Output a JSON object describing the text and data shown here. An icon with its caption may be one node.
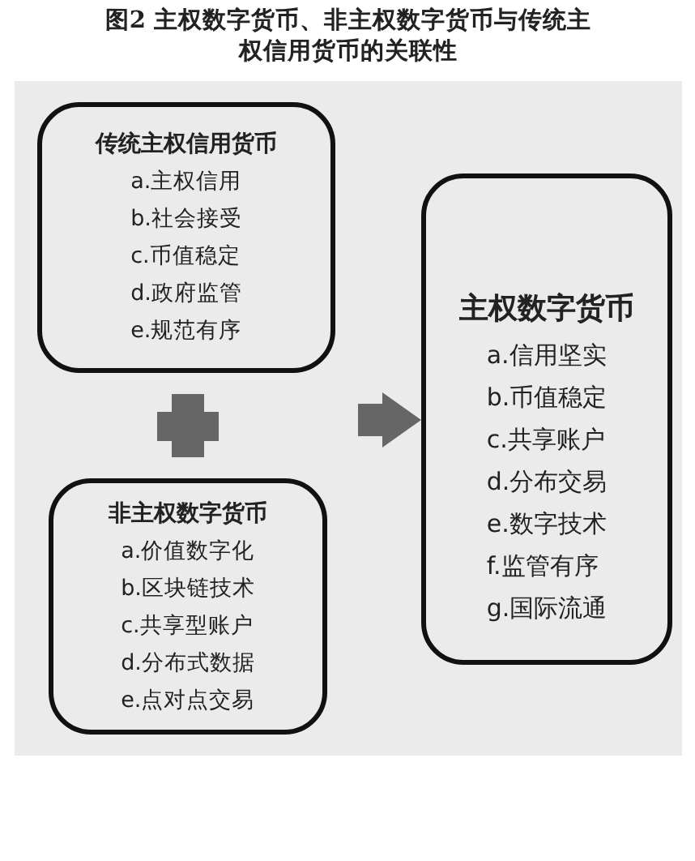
{
  "diagram": {
    "title": "图2 主权数字货币、非主权数字货币与传统主权信用货币的关联性",
    "nodes": [
      {
        "text": [
          "传统主权信用货币",
          "a.主权信用",
          "b.社会接受",
          "c.币值稳定",
          "d.政府监管",
          "e.规范有序"
        ]
      },
      {
        "text": [
          "非主权数字货币",
          "a.价值数字化",
          "b.区块链技术",
          "c.共享型账户",
          "d.分布式数据",
          "e.点对点交易"
        ]
      },
      {
        "text": [
          "主权数字货币",
          "a.信用坚实",
          "b.币值稳定",
          "c.共享账户",
          "d.分布交易",
          "e.数字技术",
          "f.监管有序",
          "g.国际流通"
        ]
      }
    ],
    "edges": [
      {
        "from": null,
        "to": 2,
        "arrow": "to",
        "style": "thick"
      }
    ]
  }
}
